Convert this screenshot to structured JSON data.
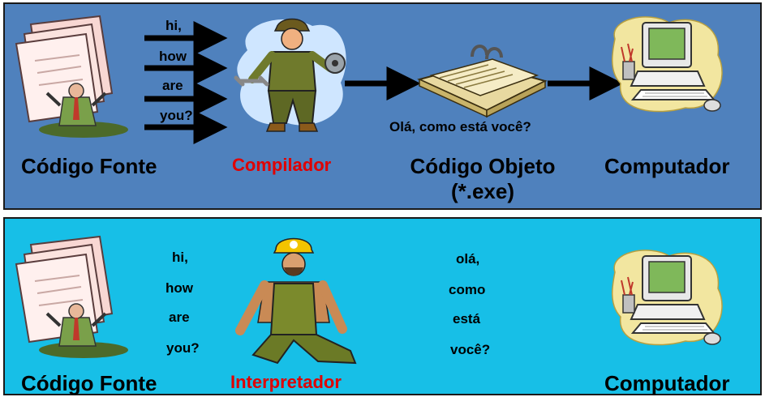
{
  "compiler_panel": {
    "source_label": "Código Fonte",
    "words": [
      "hi,",
      "how",
      "are",
      "you?"
    ],
    "translator_label": "Compilador",
    "translation_text": "Olá, como está você?",
    "object_label_line1": "Código Objeto",
    "object_label_line2": "(*.exe)",
    "computer_label": "Computador",
    "colors": {
      "background": "#4f81bd",
      "translator_label": "#e00000"
    }
  },
  "interpreter_panel": {
    "source_label": "Código Fonte",
    "words": [
      "hi,",
      "how",
      "are",
      "you?"
    ],
    "translator_label": "Interpretador",
    "translated_words": [
      "olá,",
      "como",
      "está",
      "você?"
    ],
    "computer_label": "Computador",
    "colors": {
      "background": "#17bfe7",
      "translator_label": "#e00000"
    }
  }
}
